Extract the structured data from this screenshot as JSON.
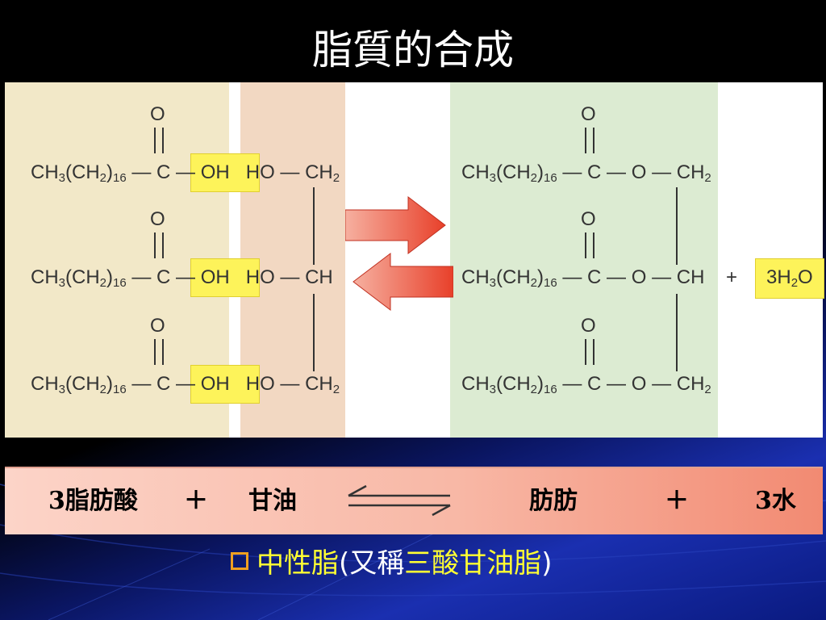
{
  "slide": {
    "title": "脂質的合成"
  },
  "diagram": {
    "reactant_chain": "CH3(CH2)16",
    "oxygen": "O",
    "carbon": "C",
    "hydroxyl": "OH",
    "glycerol_ho": "HO",
    "glycerol_ch2": "CH2",
    "glycerol_ch": "CH",
    "ester_o": "O",
    "plus": "+",
    "water": "3H2O"
  },
  "equation": {
    "fatty_acid": "3脂肪酸",
    "plus1": "＋",
    "glycerol": "甘油",
    "fat": "肪肪",
    "plus2": "＋",
    "water": "3水"
  },
  "note": {
    "term": "中性脂",
    "open": "(",
    "aka": "又稱",
    "alt_term": "三酸甘油脂",
    "close": ")"
  },
  "colors": {
    "highlight": "#fdf35a",
    "fatty_acid_zone": "#f2e8c8",
    "glycerol_zone": "#f2d8c2",
    "triglyceride_zone": "#dcebd2",
    "arrow": "#e8402a",
    "note_yellow": "#ffff33",
    "bullet": "#f0a020"
  }
}
